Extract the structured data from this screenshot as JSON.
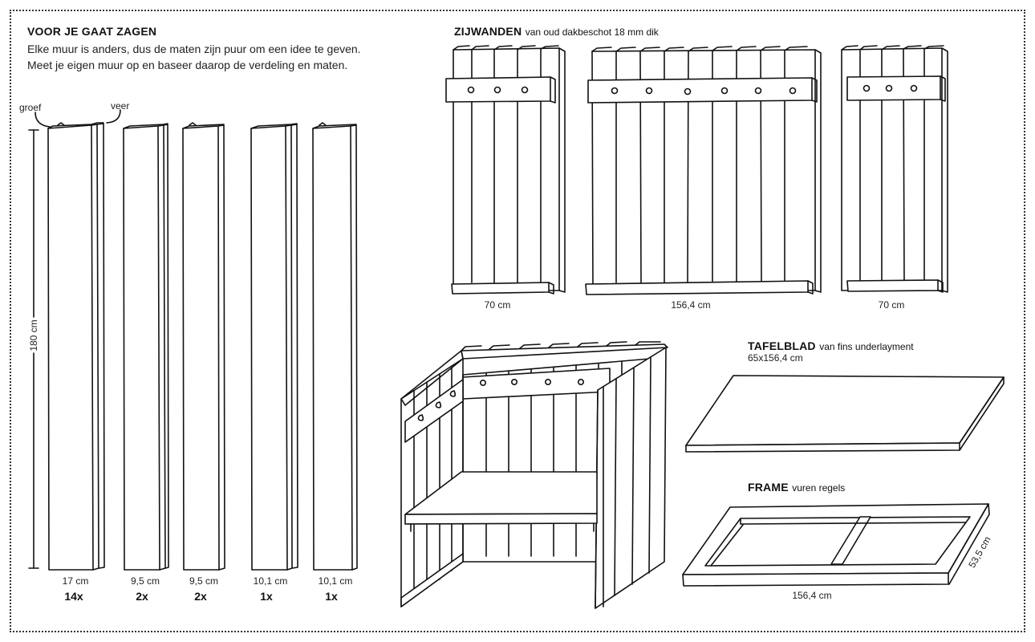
{
  "intro": {
    "title": "VOOR JE GAAT ZAGEN",
    "line1": "Elke muur is anders, dus de maten zijn puur om een idee te geven.",
    "line2": "Meet je eigen muur op en baseer daarop de verdeling en maten."
  },
  "planks": {
    "groove_label": "groef",
    "tongue_label": "veer",
    "height_label": "180 cm",
    "items": [
      {
        "width": "17 cm",
        "qty": "14x"
      },
      {
        "width": "9,5 cm",
        "qty": "2x"
      },
      {
        "width": "9,5 cm",
        "qty": "2x"
      },
      {
        "width": "10,1 cm",
        "qty": "1x"
      },
      {
        "width": "10,1 cm",
        "qty": "1x"
      }
    ]
  },
  "side_walls": {
    "title": "ZIJWANDEN",
    "subtitle": "van oud dakbeschot 18 mm dik",
    "panels": [
      {
        "width": "70 cm"
      },
      {
        "width": "156,4 cm"
      },
      {
        "width": "70 cm"
      }
    ]
  },
  "tabletop": {
    "title": "TAFELBLAD",
    "subtitle": "van fins underlayment",
    "size": "65x156,4 cm"
  },
  "frame": {
    "title": "FRAME",
    "subtitle": "vuren regels",
    "width": "156,4 cm",
    "depth": "53,5 cm"
  }
}
